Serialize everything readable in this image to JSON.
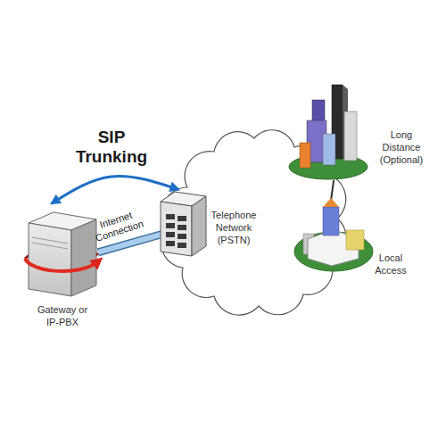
{
  "diagram": {
    "nodes": [
      {
        "text": [
          "Gateway or IP-PBX"
        ]
      },
      {
        "text": [
          "Telephone Network (PSTN)"
        ]
      },
      {
        "text": [
          "Long Distance (Optional)"
        ]
      },
      {
        "text": [
          "Local Access"
        ]
      }
    ],
    "edges": [
      {
        "from": 0,
        "to": 1,
        "arrow": "both",
        "label": "SIP Trunking"
      },
      {
        "from": 0,
        "to": 1,
        "arrow": "none",
        "label": "Internet Connection"
      },
      {
        "from": 1,
        "to": 2,
        "arrow": "none"
      },
      {
        "from": 1,
        "to": 3,
        "arrow": "none"
      }
    ]
  }
}
